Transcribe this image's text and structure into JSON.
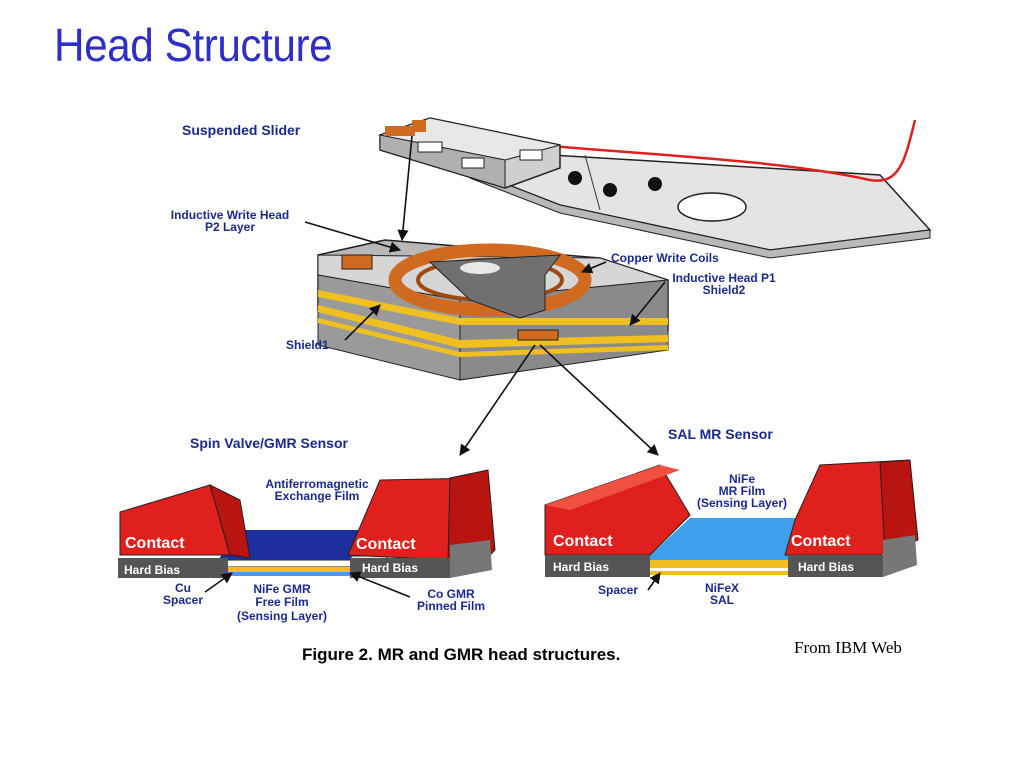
{
  "slide": {
    "title": "Head Structure",
    "source_note": "From IBM Web"
  },
  "diagram": {
    "labels": {
      "suspended_slider": "Suspended Slider",
      "inductive_write_head_1": "Inductive Write Head",
      "inductive_write_head_2": "P2 Layer",
      "copper_write_coils": "Copper Write Coils",
      "inductive_head_p1_1": "Inductive Head P1",
      "inductive_head_p1_2": "Shield2",
      "shield1": "Shield1",
      "spin_valve_title": "Spin Valve/GMR Sensor",
      "sal_title": "SAL MR Sensor",
      "afm_1": "Antiferromagnetic",
      "afm_2": "Exchange Film",
      "contact": "Contact",
      "hard_bias": "Hard Bias",
      "cu_spacer_1": "Cu",
      "cu_spacer_2": "Spacer",
      "nife_gmr_1": "NiFe GMR",
      "nife_gmr_2": "Free Film",
      "nife_gmr_3": "(Sensing Layer)",
      "co_gmr_1": "Co GMR",
      "co_gmr_2": "Pinned Film",
      "nife_mr_1": "NiFe",
      "nife_mr_2": "MR Film",
      "nife_mr_3": "(Sensing Layer)",
      "spacer": "Spacer",
      "nifex_1": "NiFeX",
      "nifex_2": "SAL",
      "caption": "Figure 2.  MR and GMR head structures."
    },
    "colors": {
      "label_text": "#1a2a8c",
      "contact_red": "#e0201c",
      "dark_blue_film": "#1c2f9c",
      "light_blue_film": "#3ea0ea",
      "copper": "#d06a20",
      "yellow_layer": "#f0c020",
      "gray_body": "#9a9a9a",
      "cable_red": "#e0201c"
    }
  }
}
